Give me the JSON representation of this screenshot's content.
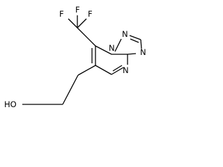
{
  "molecule": {
    "atoms": {
      "f_top": "F",
      "f_left": "F",
      "f_right": "F",
      "n_bridge": "N",
      "n_triazole_top": "N",
      "n_triazole_right": "N",
      "n_pyrimidine_bottom": "N",
      "hydroxyl": "HO"
    }
  },
  "colors": {
    "ink": "#000000",
    "background": "#ffffff"
  }
}
